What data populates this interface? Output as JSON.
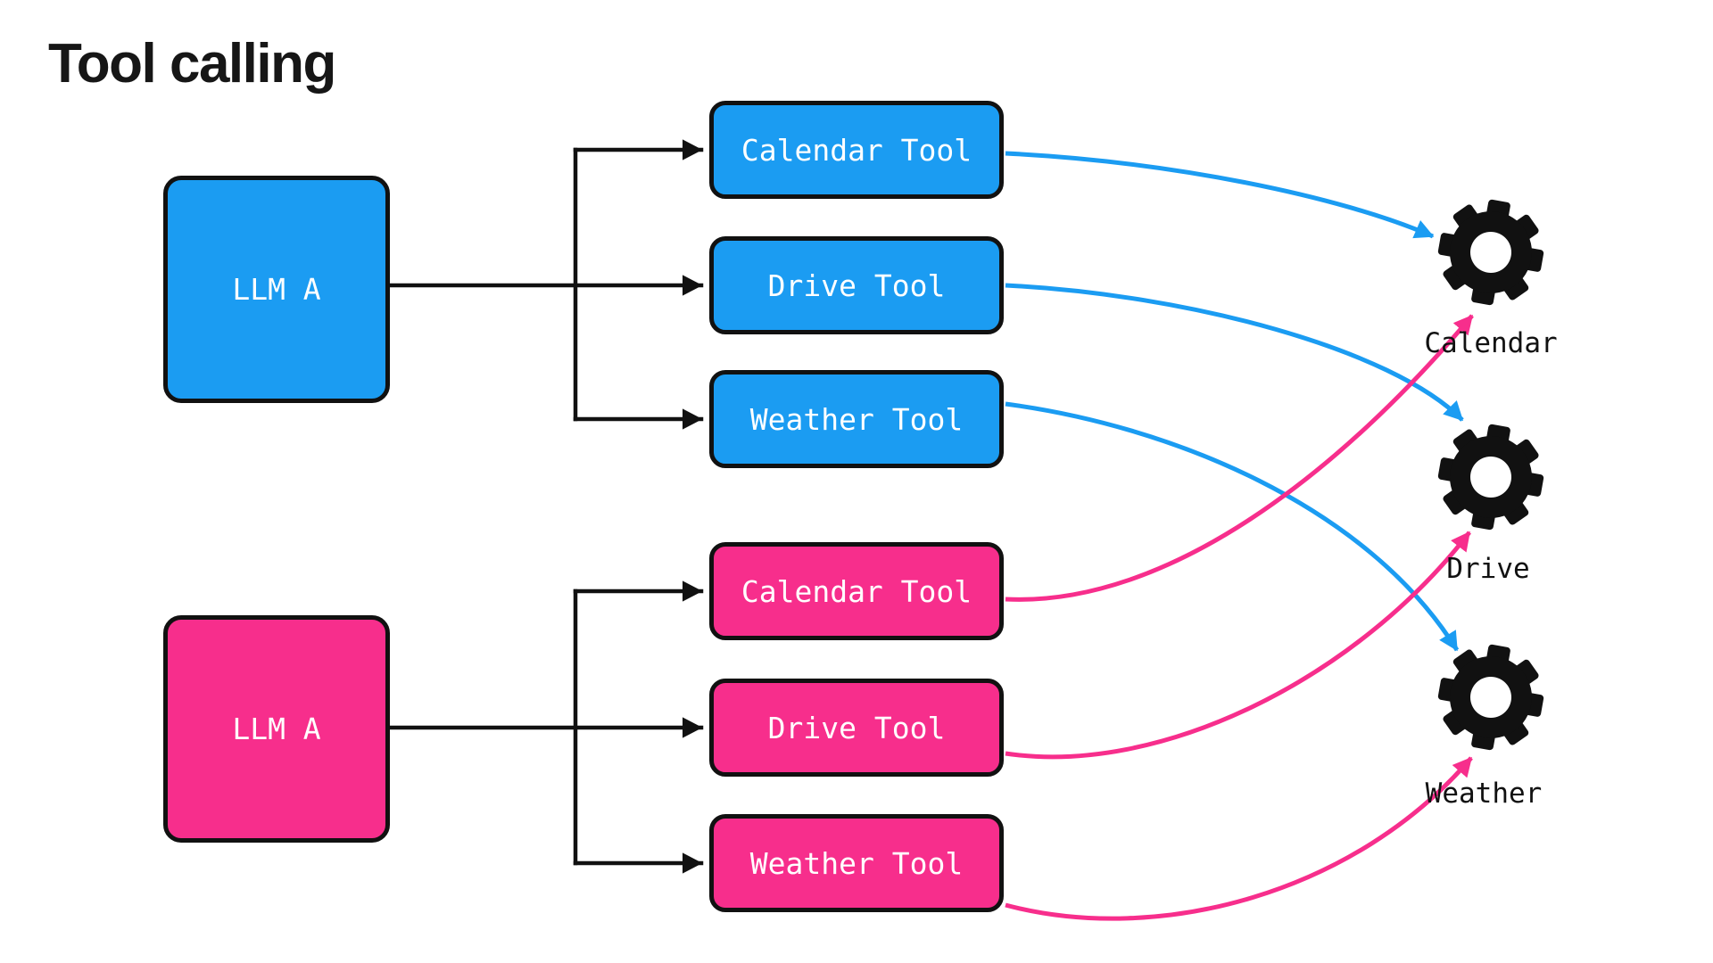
{
  "title": "Tool calling",
  "palette": {
    "blue": "#1b9cf2",
    "pink": "#f72e8c",
    "connector_black": "#111111",
    "gear_black": "#111111",
    "box_text_white": "#ffffff",
    "background": "#ffffff"
  },
  "llm_groups": [
    {
      "llm_label": "LLM A",
      "color": "#1b9cf2",
      "tools": [
        {
          "label": "Calendar Tool"
        },
        {
          "label": "Drive Tool"
        },
        {
          "label": "Weather Tool"
        }
      ]
    },
    {
      "llm_label": "LLM A",
      "color": "#f72e8c",
      "tools": [
        {
          "label": "Calendar Tool"
        },
        {
          "label": "Drive Tool"
        },
        {
          "label": "Weather Tool"
        }
      ]
    }
  ],
  "services": [
    {
      "label": "Calendar",
      "icon": "gear-icon"
    },
    {
      "label": "Drive",
      "icon": "gear-icon"
    },
    {
      "label": "Weather",
      "icon": "gear-icon"
    }
  ]
}
